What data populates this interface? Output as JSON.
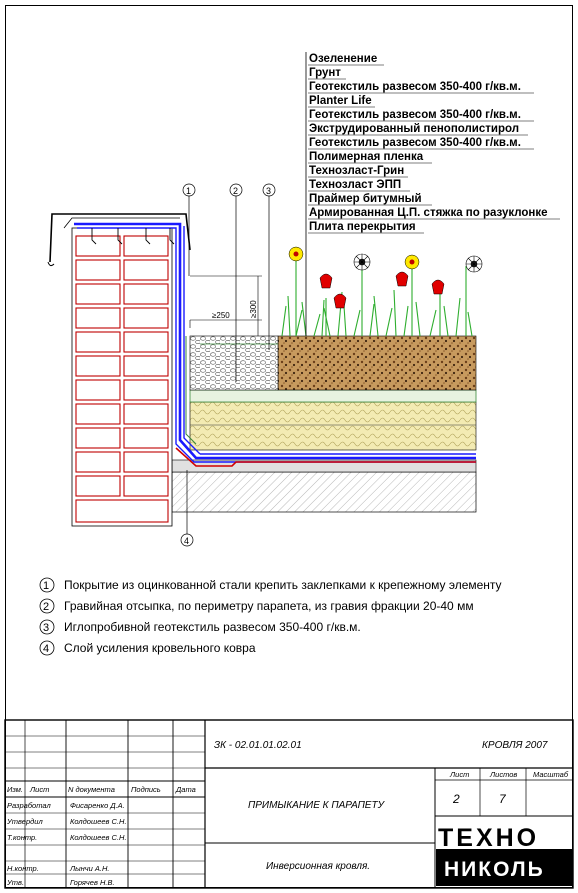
{
  "layers": [
    "Озеленение",
    "Грунт",
    "Геотекстиль развесом 350-400 г/кв.м.",
    "Planter Life",
    "Геотекстиль развесом 350-400 г/кв.м.",
    "Экструдированный пенополистирол",
    "Геотекстиль развесом 350-400 г/кв.м.",
    "Полимерная пленка",
    "Технозласт-Грин",
    "Технозласт ЭПП",
    "Праймер битумный",
    "Армированная Ц.П. стяжка по разуклонке",
    "Плита перекрытия"
  ],
  "callouts": [
    "1",
    "2",
    "3",
    "4"
  ],
  "dimensions": {
    "horizontal": "≥250",
    "vertical": "≥300"
  },
  "notes": [
    {
      "num": "1",
      "text": "Покрытие из оцинкованной стали крепить заклепками к крепежному элементу"
    },
    {
      "num": "2",
      "text": "Гравийная отсыпка, по периметру парапета, из гравия фракции 20-40 мм"
    },
    {
      "num": "3",
      "text": "Иглопробивной геотекстиль развесом 350-400 г/кв.м."
    },
    {
      "num": "4",
      "text": "Слой усиления кровельного ковра"
    }
  ],
  "title_block": {
    "code": "ЗК - 02.01.01.02.01",
    "project": "КРОВЛЯ 2007",
    "title": "ПРИМЫКАНИЕ К ПАРАПЕТУ",
    "subtitle": "Инверсионная кровля.",
    "headers": {
      "izm": "Изм.",
      "list": "Лист",
      "doc": "N документа",
      "sign": "Подпись",
      "date": "Дата"
    },
    "sheet_headers": {
      "list": "Лист",
      "lists": "Листов",
      "scale": "Масштаб"
    },
    "sheet_values": {
      "list": "2",
      "lists": "7",
      "scale": ""
    },
    "roles": [
      {
        "role": "Разработал",
        "name": "Фисаренко Д.А."
      },
      {
        "role": "Утвердил",
        "name": "Колдошеев С.Н."
      },
      {
        "role": "Т.контр.",
        "name": "Колдошеев С.Н."
      },
      {
        "role": "Н.контр.",
        "name": "Лынчи А.Н."
      },
      {
        "role": "Утв.",
        "name": "Горячев Н.В."
      }
    ],
    "logo_top": "ТЕХНО",
    "logo_bottom": "НИКОЛЬ"
  }
}
